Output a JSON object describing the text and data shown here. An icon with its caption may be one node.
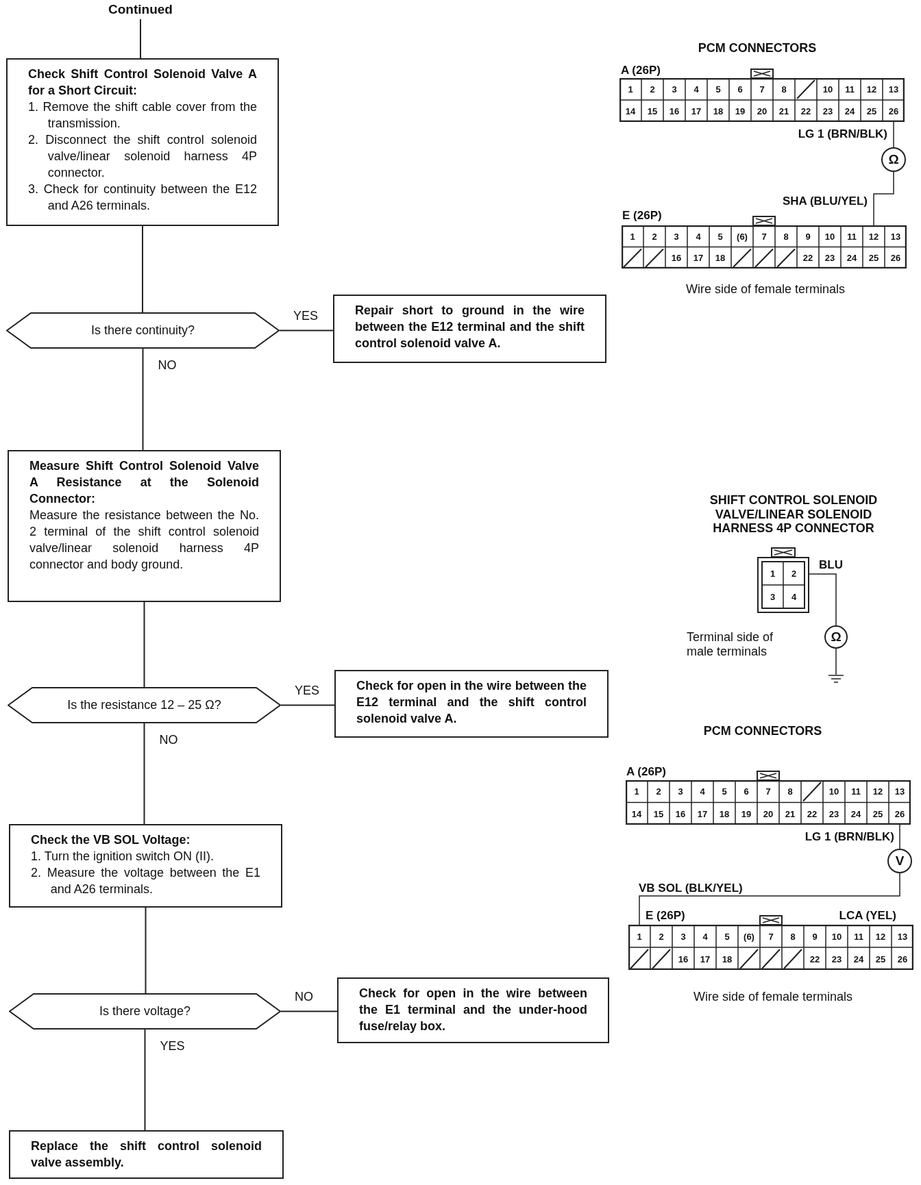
{
  "diagram": {
    "nodes": [
      {
        "text": [
          "Continued"
        ]
      },
      {
        "text": [
          "Check Shift Control Solenoid Valve A for a Short Circuit:",
          "1. Remove the shift cable cover from the transmission.",
          "2. Disconnect the shift control solenoid valve/linear solenoid harness 4P connector.",
          "3. Check for continuity between the E12 and A26 terminals."
        ]
      },
      {
        "text": [
          "Is there continuity?"
        ]
      },
      {
        "text": [
          "Repair short to ground in the wire between the E12 terminal and the shift control solenoid valve A."
        ]
      },
      {
        "text": [
          "Measure Shift Control Solenoid Valve A Resistance at the Solenoid Connector:",
          "Measure the resistance between the No. 2 terminal of the shift control solenoid valve/linear solenoid harness 4P connector and body ground."
        ]
      },
      {
        "text": [
          "Is the resistance 12 – 25 Ω?"
        ]
      },
      {
        "text": [
          "Check for open in the wire between the E12 terminal and the shift control solenoid valve A."
        ]
      },
      {
        "text": [
          "Check the VB SOL Voltage:",
          "1. Turn the ignition switch ON (II).",
          "2. Measure the voltage between the E1 and A26 terminals."
        ]
      },
      {
        "text": [
          "Is there voltage?"
        ]
      },
      {
        "text": [
          "Check for open in the wire between the E1 terminal and the under-hood fuse/relay box."
        ]
      },
      {
        "text": [
          "Replace the shift control solenoid valve assembly."
        ]
      },
      {
        "text": [
          "1",
          "2",
          "3",
          "4",
          "5",
          "6",
          "7",
          "8",
          "10",
          "11",
          "12",
          "13",
          "14",
          "15",
          "16",
          "17",
          "18",
          "19",
          "20",
          "21",
          "22",
          "23",
          "24",
          "25",
          "26"
        ],
        "beside": [
          "A (26P)"
        ]
      },
      {
        "text": [
          "Ω"
        ]
      },
      {
        "text": [
          "1",
          "2",
          "3",
          "4",
          "5",
          "(6)",
          "7",
          "8",
          "9",
          "10",
          "11",
          "12",
          "13",
          "16",
          "17",
          "18",
          "22",
          "23",
          "24",
          "25",
          "26"
        ],
        "beside": [
          "E (26P)"
        ]
      },
      {
        "text": [
          "1",
          "2",
          "3",
          "4"
        ]
      },
      {
        "text": [
          "Ω"
        ]
      },
      {
        "text": [],
        "shape": "ground"
      },
      {
        "text": [
          "1",
          "2",
          "3",
          "4",
          "5",
          "6",
          "7",
          "8",
          "10",
          "11",
          "12",
          "13",
          "14",
          "15",
          "16",
          "17",
          "18",
          "19",
          "20",
          "21",
          "22",
          "23",
          "24",
          "25",
          "26"
        ],
        "beside": [
          "A (26P)"
        ]
      },
      {
        "text": [
          "V"
        ]
      },
      {
        "text": [
          "1",
          "2",
          "3",
          "4",
          "5",
          "(6)",
          "7",
          "8",
          "9",
          "10",
          "11",
          "12",
          "13",
          "16",
          "17",
          "18",
          "22",
          "23",
          "24",
          "25",
          "26"
        ],
        "beside": [
          "E (26P)"
        ]
      }
    ],
    "edges": [
      {
        "from": 0,
        "to": 1,
        "arrow": "none"
      },
      {
        "from": 1,
        "to": 2,
        "arrow": "none"
      },
      {
        "from": 2,
        "to": 3,
        "arrow": "none",
        "label": "YES"
      },
      {
        "from": 2,
        "to": 4,
        "arrow": "none",
        "label": "NO"
      },
      {
        "from": 4,
        "to": 5,
        "arrow": "none"
      },
      {
        "from": 5,
        "to": 6,
        "arrow": "none",
        "label": "YES"
      },
      {
        "from": 5,
        "to": 7,
        "arrow": "none",
        "label": "NO"
      },
      {
        "from": 7,
        "to": 8,
        "arrow": "none"
      },
      {
        "from": 8,
        "to": 9,
        "arrow": "none",
        "label": "NO"
      },
      {
        "from": 8,
        "to": 10,
        "arrow": "none",
        "label": "YES"
      },
      {
        "from": 11,
        "to": 12,
        "arrow": "none",
        "label": "LG 1 (BRN/BLK)"
      },
      {
        "from": 12,
        "to": 13,
        "arrow": "none",
        "label": "SHA (BLU/YEL)"
      },
      {
        "from": 14,
        "to": 15,
        "arrow": "none",
        "label": "BLU"
      },
      {
        "from": 15,
        "to": 16,
        "arrow": "none"
      },
      {
        "from": 17,
        "to": 18,
        "arrow": "none",
        "label": "LG 1 (BRN/BLK)"
      },
      {
        "from": 18,
        "to": 19,
        "arrow": "none",
        "label": "VB SOL (BLK/YEL)"
      }
    ],
    "labels": [
      "PCM CONNECTORS",
      "Wire side of female terminals",
      "SHIFT CONTROL SOLENOID VALVE/LINEAR SOLENOID HARNESS 4P CONNECTOR",
      "Terminal side of male terminals",
      "PCM CONNECTORS",
      "LCA (YEL)",
      "Wire side of female terminals"
    ]
  }
}
